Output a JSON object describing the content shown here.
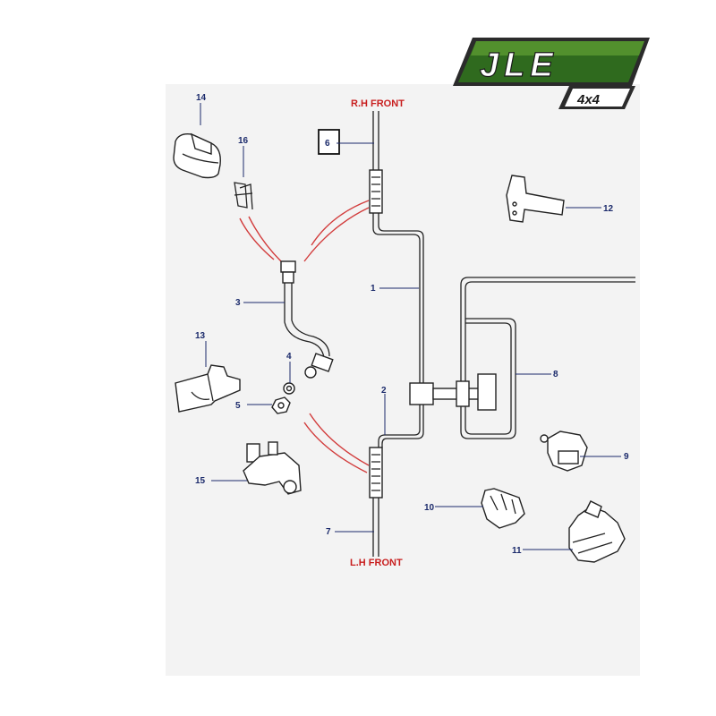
{
  "logo": {
    "brand": "JLE",
    "sub": "4x4",
    "colors": {
      "green_dark": "#1f4d17",
      "green_light": "#6fae3a",
      "frame": "#2b2b2b"
    }
  },
  "edges": {
    "top": "R.H FRONT",
    "bottom": "L.H FRONT",
    "color": "#c81e1e"
  },
  "callouts": [
    "1",
    "2",
    "3",
    "4",
    "5",
    "6",
    "7",
    "8",
    "9",
    "10",
    "11",
    "12",
    "13",
    "14",
    "15",
    "16"
  ],
  "callout_color": "#1b2a6b"
}
